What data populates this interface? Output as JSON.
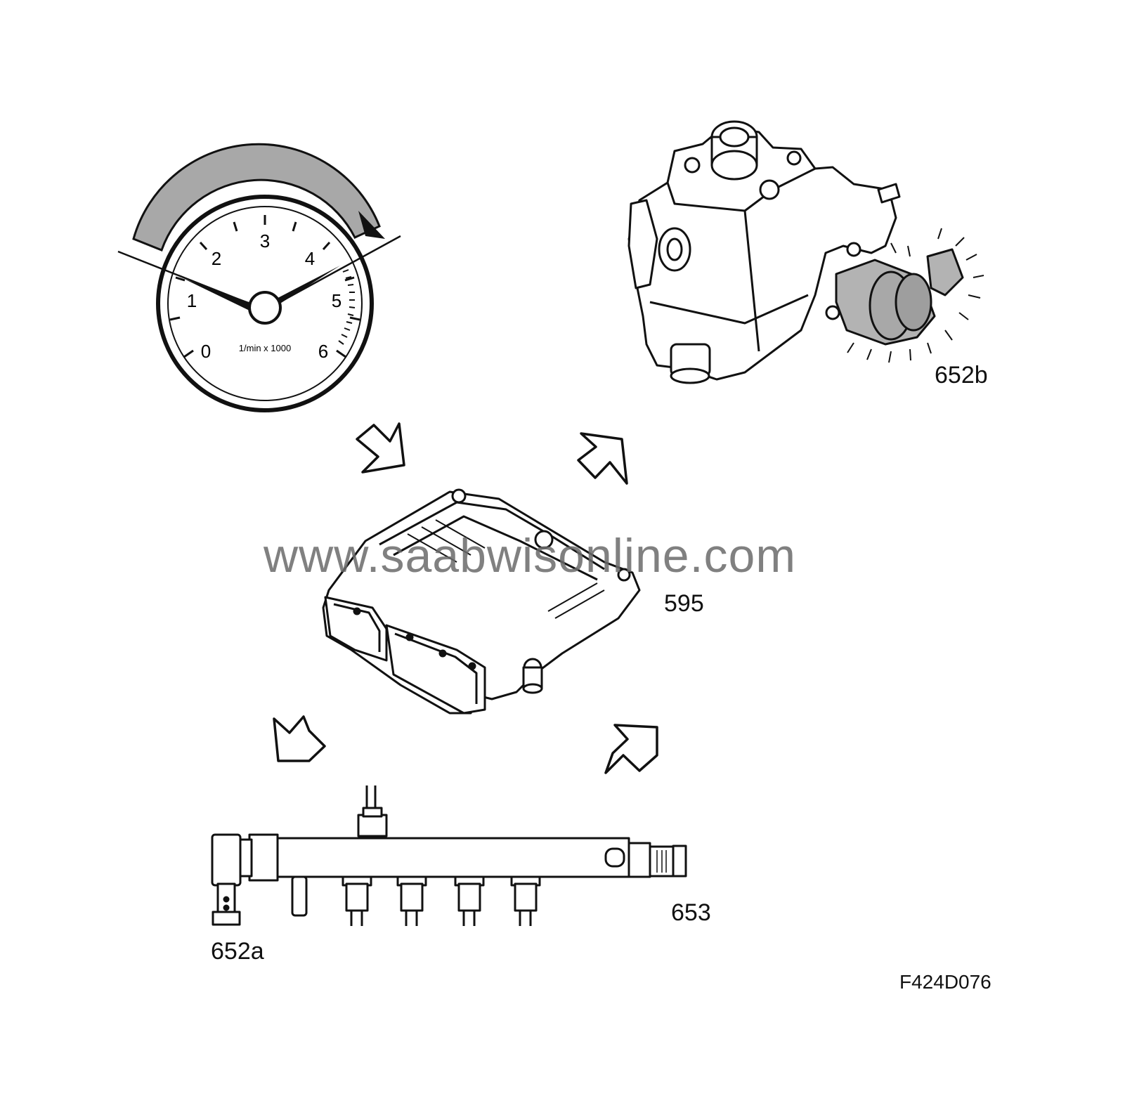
{
  "tachometer": {
    "unit_label": "1/min x 1000",
    "numbers": [
      "0",
      "1",
      "2",
      "3",
      "4",
      "5",
      "6"
    ]
  },
  "labels": {
    "pump_valve": "652b",
    "control_module": "595",
    "rail_sensor": "652a",
    "fuel_rail": "653"
  },
  "figure_id": "F424D076",
  "watermark": "www.saabwisonline.com",
  "colors": {
    "line": "#111111",
    "shade": "#a8a8a8",
    "highlight_part": "#b3b3b3",
    "watermark": "#6b6b6b"
  }
}
